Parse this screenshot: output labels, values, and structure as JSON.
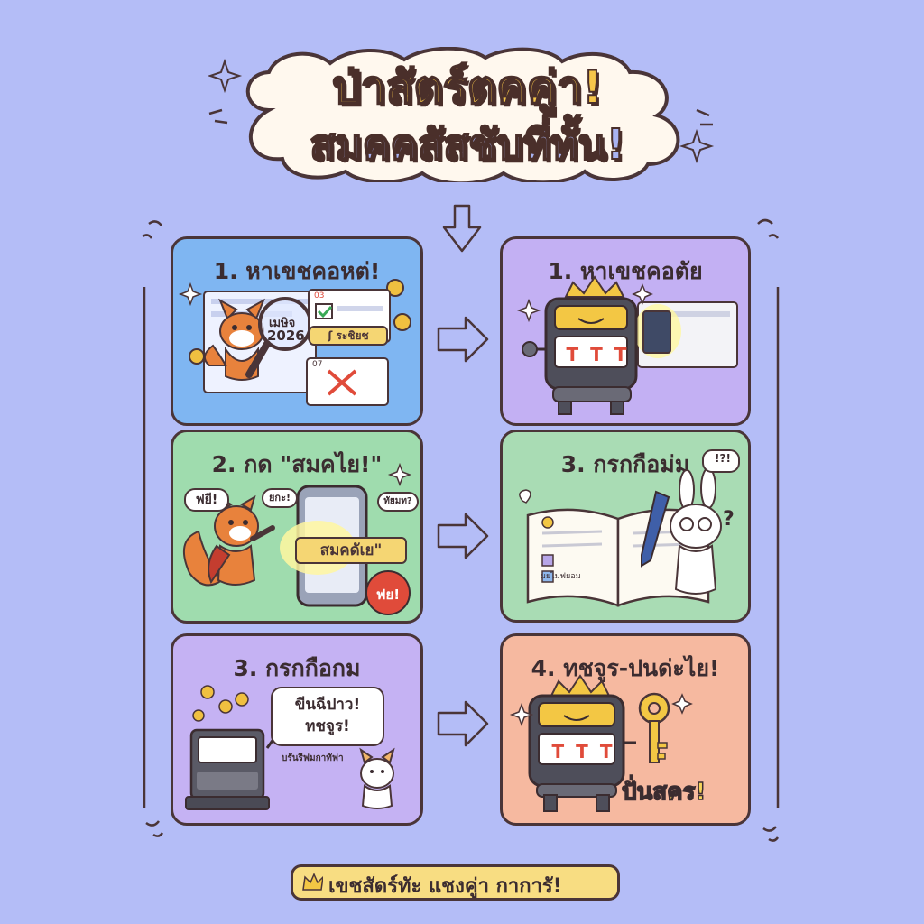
{
  "title": {
    "line1": "ป่าสัตร์ตคคู่า!",
    "line2": "สมคคสัสชับที่ทั้น!"
  },
  "panels": [
    {
      "title": "1. หาเขชคอหต่!",
      "color": "#7fb6f2",
      "badge_year_label": "เมษิจ",
      "badge_year": "2026",
      "badge_label": "ʃ ระชิยช",
      "card1_label": "03",
      "card2_label": "07"
    },
    {
      "title": "1. หาเขชคอตัย",
      "color": "#c3b0f3"
    },
    {
      "title": "2. กด \"สมคไย!\"",
      "color": "#9fdcae",
      "bubble_left": "ฟยี!",
      "bubble_mid": "ยกะ!",
      "bubble_right": "ทัยมท?",
      "button_label": "สมคดัเย\"",
      "badge_red": "ฟย!"
    },
    {
      "title": "3. กรกกือม่ม",
      "color": "#a9dcb4",
      "bubble_top": "!?!",
      "question": "?",
      "book_caption": "มยไมฟยอม"
    },
    {
      "title": "3. กรกกือกม",
      "color": "#c5b2f3",
      "speech_line1": "ขีนฉีปาว!",
      "speech_line2": "ทชจูร!",
      "caption": "บรันรีฟมกาทัฟา"
    },
    {
      "title": "4. ทชจูร-ปนด่ะไย!",
      "color": "#f6b9a0",
      "slogan": "ปั่นสคร!"
    }
  ],
  "slot_symbols": [
    "T",
    "T",
    "T"
  ],
  "footer": {
    "text": "เขชสัดร์ทัะ แชงคู่า กาการั!"
  },
  "colors": {
    "background": "#b4bdf7",
    "title_gold": "#f6c64a",
    "outline": "#4a3538",
    "coin": "#f0c040",
    "slot_red": "#e04b3a"
  }
}
